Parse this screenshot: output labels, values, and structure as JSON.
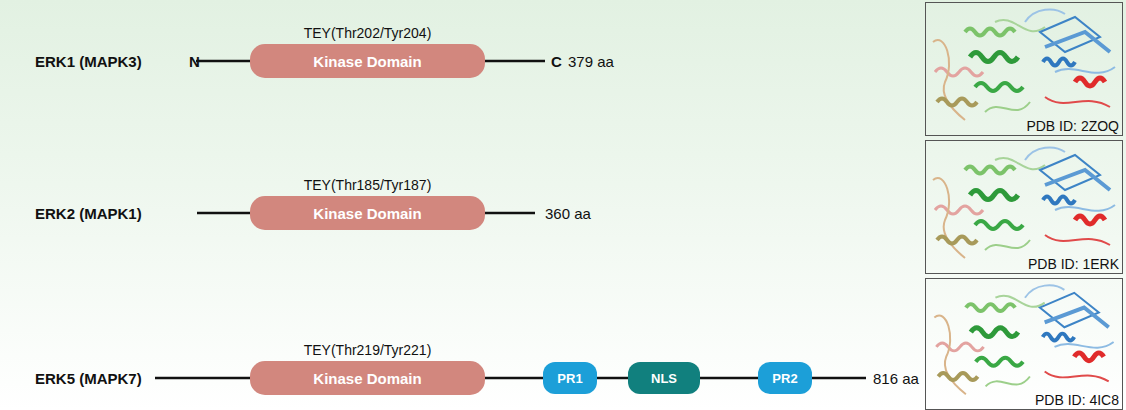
{
  "diagram": {
    "nodes": [
      {
        "text": [
          "TEY(Thr202/Tyr204)",
          "Kinase Domain"
        ]
      },
      {
        "text": [
          "TEY(Thr185/Tyr187)",
          "Kinase Domain"
        ]
      },
      {
        "text": [
          "TEY(Thr219/Tyr221)",
          "Kinase Domain"
        ]
      },
      {
        "text": [
          "PR1"
        ]
      },
      {
        "text": [
          "NLS"
        ]
      },
      {
        "text": [
          "PR2"
        ]
      },
      {
        "text": [
          "PDB ID: 2ZOQ"
        ]
      },
      {
        "text": [
          "PDB ID: 1ERK"
        ]
      },
      {
        "text": [
          "PDB ID: 4IC8"
        ]
      }
    ],
    "edges": [
      {
        "from": 2,
        "to": 3,
        "arrow": "none"
      },
      {
        "from": 3,
        "to": 4,
        "arrow": "none"
      },
      {
        "from": 4,
        "to": 5,
        "arrow": "none"
      }
    ],
    "labels": [
      "ERK1 (MAPK3)",
      "N",
      "C",
      "379 aa",
      "ERK2 (MAPK1)",
      "360 aa",
      "ERK5 (MAPK7)",
      "816 aa"
    ]
  }
}
